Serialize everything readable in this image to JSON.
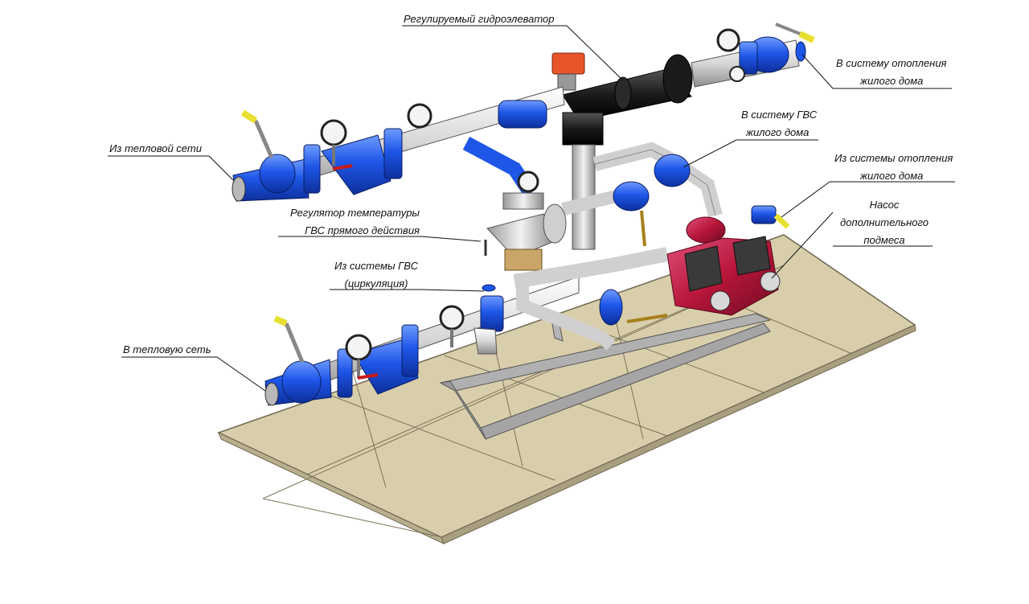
{
  "labels": {
    "elevator": "Регулируемый гидроэлеватор",
    "to_heating": [
      "В систему отопления",
      "жилого дома"
    ],
    "to_dhw": [
      "В систему ГВС",
      "жилого дома"
    ],
    "from_heating": [
      "Из системы отопления",
      "жилого дома"
    ],
    "pump": [
      "Насос",
      "дополнительного",
      "подмеса"
    ],
    "from_network": "Из тепловой сети",
    "temp_regulator": [
      "Регулятор температуры",
      "ГВС прямого действия"
    ],
    "from_dhw": [
      "Из системы ГВС",
      "(циркуляция)"
    ],
    "to_network": "В тепловую сеть"
  },
  "colors": {
    "floor": "#d9ceab",
    "floor_edge": "#8a8166",
    "blue_fitting": "#1e56e8",
    "steel_pipe": "#dcdcdc",
    "black_elevator": "#1a1a1a",
    "pump_body": "#b8163a",
    "actuator": "#e8552a",
    "handle": "#f2e23a"
  }
}
